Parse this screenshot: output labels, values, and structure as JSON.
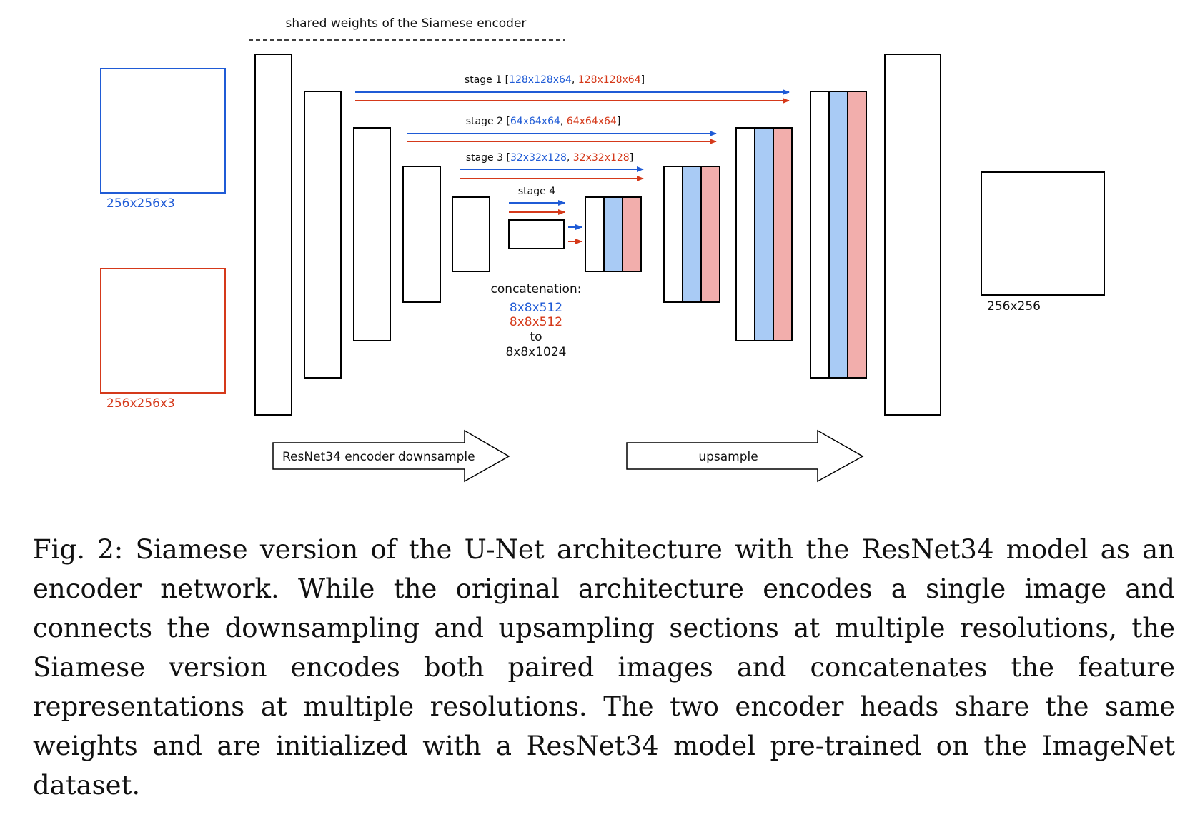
{
  "colors": {
    "blue": "#1f5bd6",
    "red": "#d5391a",
    "blue_fill": "#a9cbf5",
    "red_fill": "#f2aeac",
    "stroke": "#000000"
  },
  "diagram": {
    "shared_weights_label": "shared weights of the Siamese encoder",
    "input_a_size": "256x256x3",
    "input_b_size": "256x256x3",
    "output_size": "256x256",
    "stage1": {
      "name": "stage 1",
      "blue": "128x128x64",
      "sep": ", ",
      "red": "128x128x64"
    },
    "stage2": {
      "name": "stage 2",
      "blue": "64x64x64",
      "sep": ", ",
      "red": "64x64x64"
    },
    "stage3": {
      "name": "stage 3",
      "blue": "32x32x128",
      "sep": ", ",
      "red": "32x32x128"
    },
    "stage4": {
      "name": "stage 4"
    },
    "concat": {
      "title": "concatenation:",
      "blue": "8x8x512",
      "red": "8x8x512",
      "to": "to",
      "result": "8x8x1024"
    },
    "downsample_label": "ResNet34 encoder downsample",
    "upsample_label": "upsample"
  },
  "caption": {
    "label": "Fig. 2:",
    "text": "Siamese version of the U-Net architecture with the ResNet34 model as an encoder network. While the original architecture encodes a single image and connects the downsampling and upsampling sections at multiple resolutions, the Siamese version encodes both paired images and concatenates the feature representations at multiple resolutions. The two encoder heads share the same weights and are initialized with a ResNet34 model pre-trained on the ImageNet dataset."
  }
}
